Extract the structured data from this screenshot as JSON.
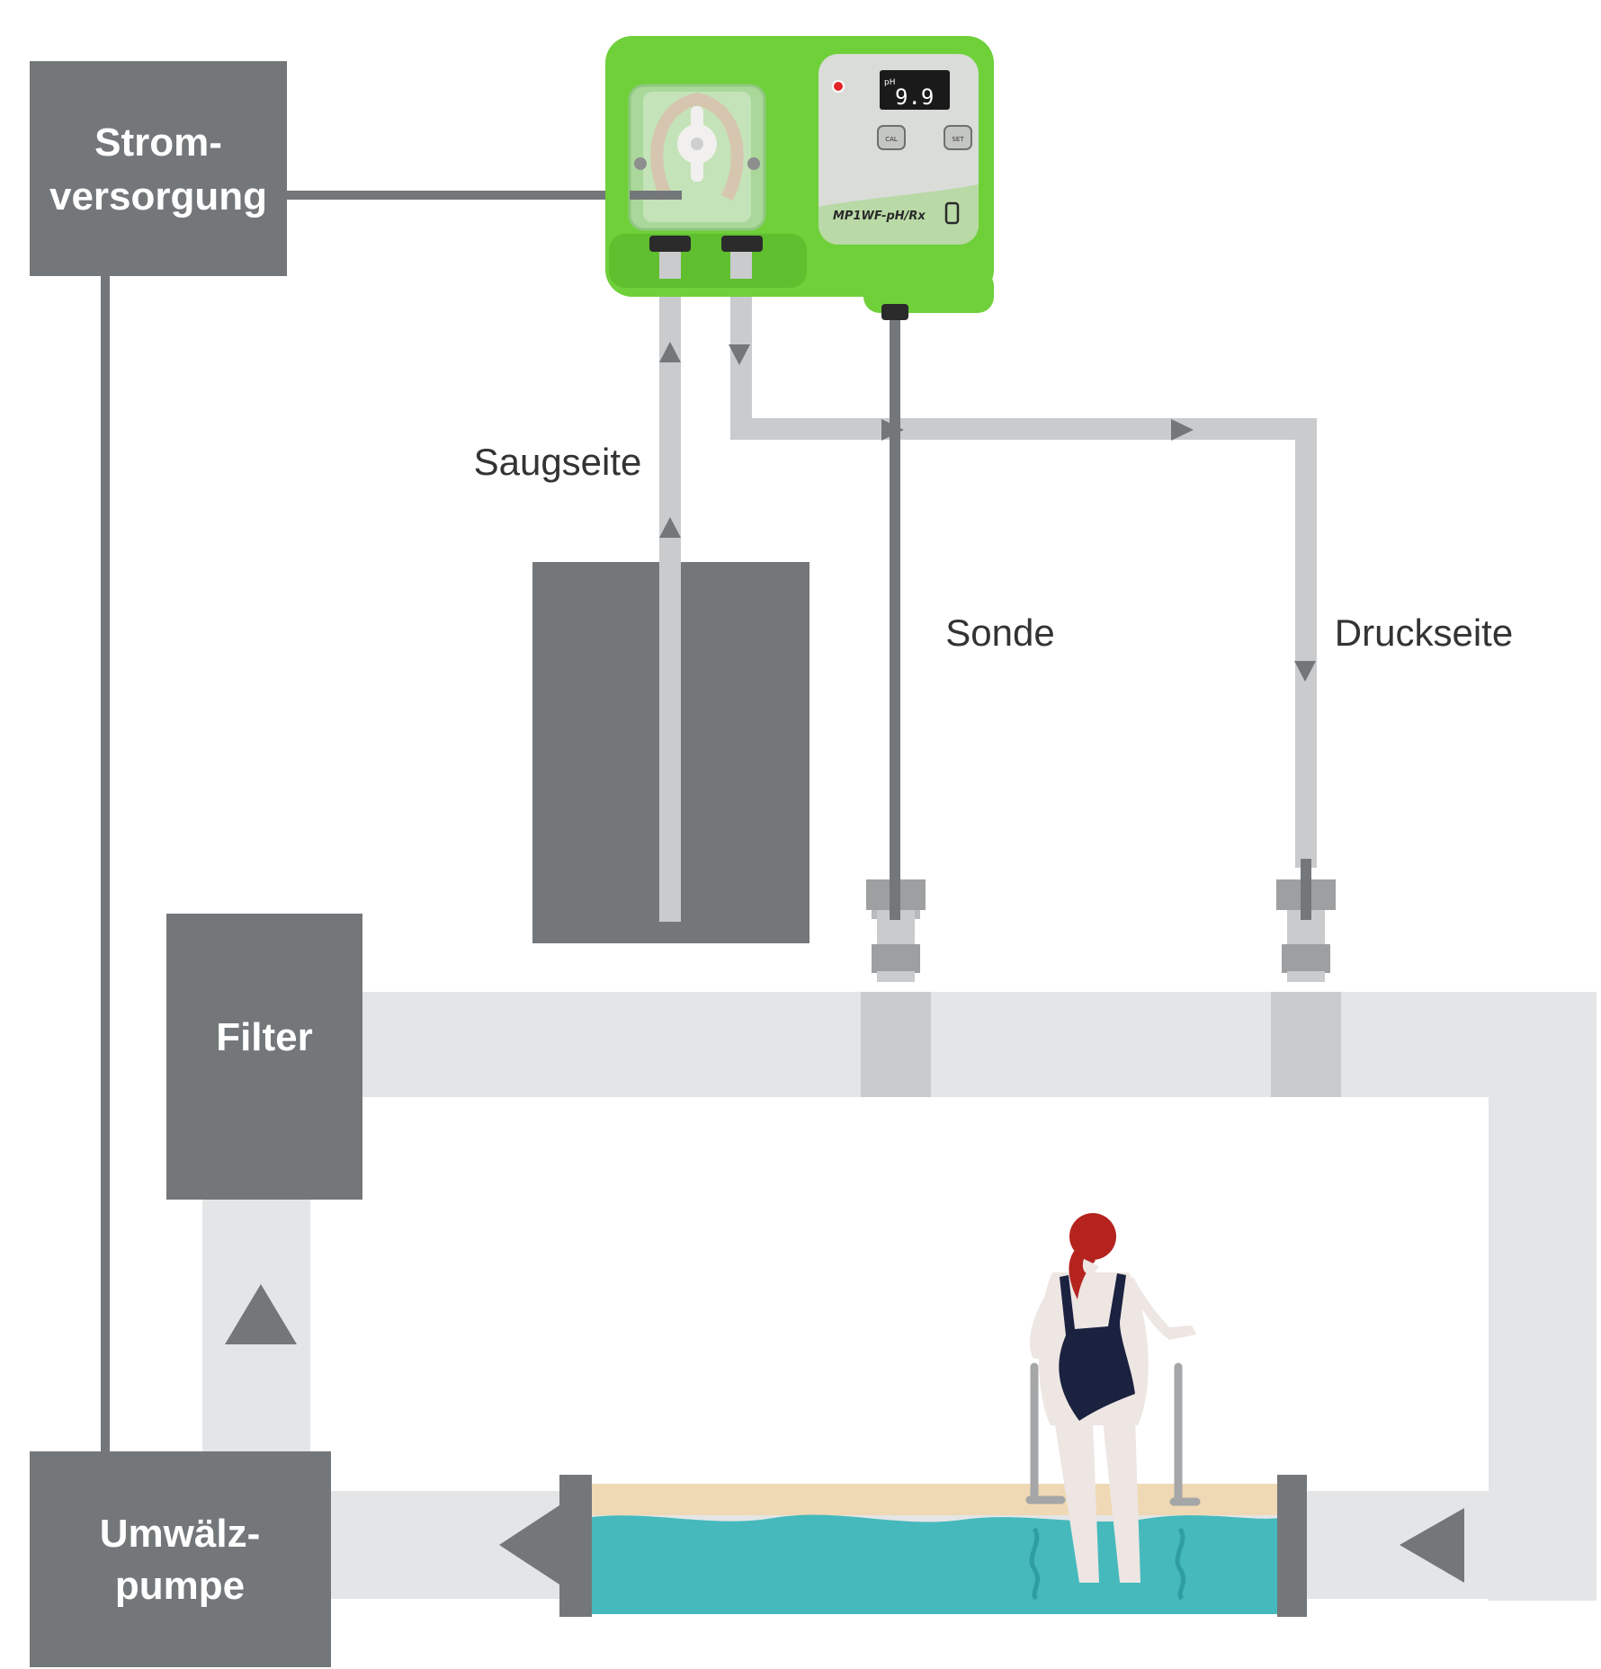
{
  "labels": {
    "power_line1": "Strom-",
    "power_line2": "versorgung",
    "filter": "Filter",
    "pump_line1": "Umwälz-",
    "pump_line2": "pumpe",
    "suction": "Saugseite",
    "probe": "Sonde",
    "pressure": "Druckseite"
  },
  "device": {
    "display_unit": "pH",
    "display_value": "9.9",
    "button_cal": "CAL",
    "button_set": "SET",
    "model": "MP1WF-pH/Rx"
  },
  "colors": {
    "box": "#737779",
    "pipe_light": "#e4e5e6",
    "tube": "#c9cbcd",
    "device_green": "#6fd03a",
    "water": "#46b9bc",
    "sand": "#efd8b4",
    "hair": "#b5231f",
    "swimsuit": "#1b2240"
  },
  "icons": [
    "arrow-up-icon",
    "arrow-down-icon",
    "arrow-right-icon",
    "arrow-left-icon",
    "phone-icon",
    "swimmer-figure"
  ]
}
